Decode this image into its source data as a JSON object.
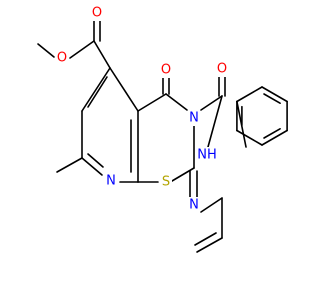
{
  "structure": {
    "atoms": {
      "o_ester_single": "O",
      "o_ester_carbonyl": "O",
      "o_ring_carbonyl": "O",
      "o_amide": "O",
      "n_ring": "N",
      "n_pyridine": "N",
      "nh_amide": "NH",
      "n_imine": "N",
      "s_ring": "S"
    }
  },
  "colors": {
    "oxygen": "#ff0000",
    "nitrogen": "#0000ff",
    "sulfur": "#b3a400",
    "bond": "#000000"
  }
}
